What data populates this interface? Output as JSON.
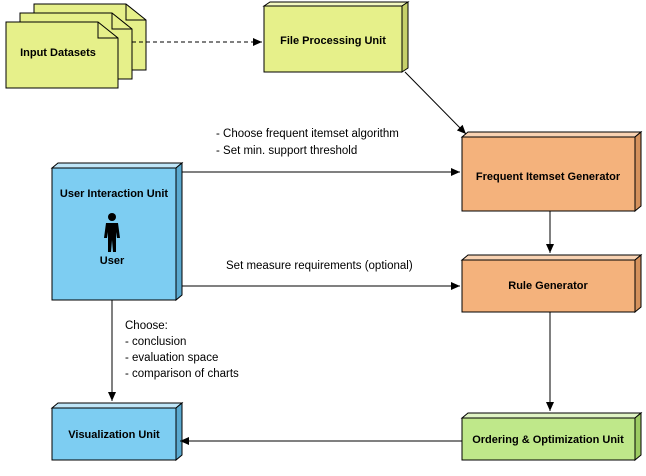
{
  "colors": {
    "yellow": "#e6f08a",
    "orange": "#f4b27c",
    "blue": "#7dcdf2",
    "green": "#bfe88a",
    "stroke": "#000000"
  },
  "nodes": {
    "input_datasets": {
      "label": "Input Datasets"
    },
    "file_processing": {
      "label": "File Processing Unit"
    },
    "frequent_itemset": {
      "label": "Frequent Itemset Generator"
    },
    "rule_generator": {
      "label": "Rule Generator"
    },
    "ordering": {
      "label": "Ordering & Optimization Unit"
    },
    "visualization": {
      "label": "Visualization Unit"
    },
    "user_interaction": {
      "label": "User Interaction Unit",
      "actor_label": "User"
    }
  },
  "edges": {
    "to_frequent_lines": [
      "- Choose frequent itemset algorithm",
      "- Set min. support threshold"
    ],
    "to_rule_label": "Set measure requirements (optional)",
    "to_visualization_lines": [
      "Choose:",
      "- conclusion",
      "- evaluation space",
      "- comparison of charts"
    ]
  }
}
